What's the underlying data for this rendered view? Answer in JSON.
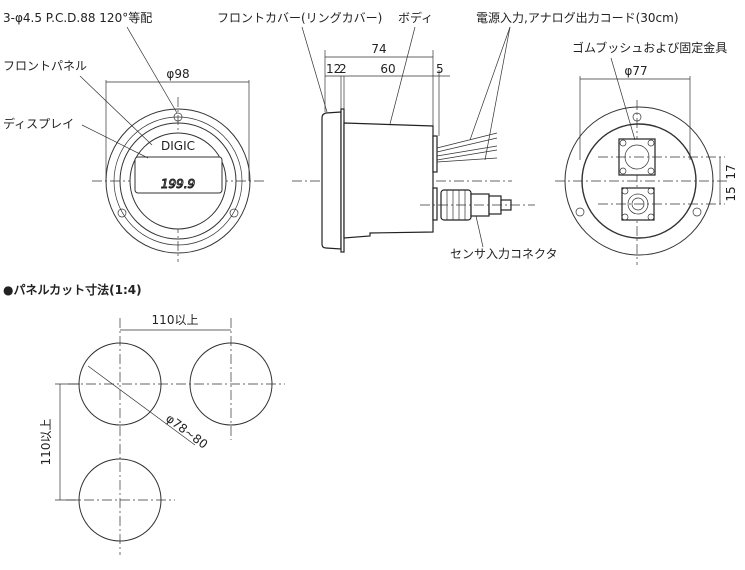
{
  "front_view": {
    "pcd_label": "3-φ4.5 P.C.D.88 120°等配",
    "front_panel_label": "フロントパネル",
    "display_label": "ディスプレイ",
    "diameter": "φ98",
    "brand": "DIGIC",
    "reading": "199.9"
  },
  "side_view": {
    "front_cover_label": "フロントカバー(リングカバー)",
    "body_label": "ボディ",
    "cord_label": "電源入力,アナログ出力コード(30cm)",
    "sensor_connector_label": "センサ入力コネクタ",
    "dim_total": "74",
    "dim_a": "12",
    "dim_b": "2",
    "dim_body": "60",
    "dim_rear": "5"
  },
  "rear_view": {
    "bushing_label": "ゴムブッシュおよび固定金具",
    "diameter": "φ77",
    "dim_15": "15",
    "dim_17": "17"
  },
  "panel_cut": {
    "title": "●パネルカット寸法(1:4)",
    "horizontal_spacing": "110以上",
    "vertical_spacing": "110以上",
    "hole_diameter": "φ78~80"
  }
}
